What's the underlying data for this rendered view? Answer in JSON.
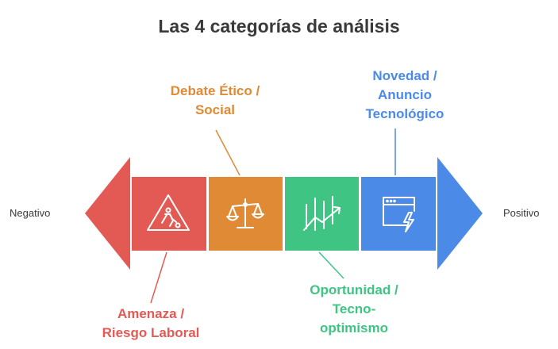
{
  "title": "Las 4 categorías de análisis",
  "ends": {
    "left": "Negativo",
    "right": "Positivo"
  },
  "colors": {
    "red": "#e35a55",
    "orange": "#e08a35",
    "green": "#3fc483",
    "blue": "#4c8ae8"
  },
  "categories": [
    {
      "line1": "Amenaza /",
      "line2": "Riesgo Laboral",
      "line3": "",
      "icon": "worker-warning-sign-icon"
    },
    {
      "line1": "Debate Ético /",
      "line2": "Social",
      "line3": "",
      "icon": "balance-scale-icon"
    },
    {
      "line1": "Oportunidad /",
      "line2": "Tecno-",
      "line3": "optimismo",
      "icon": "rising-chart-icon"
    },
    {
      "line1": "Novedad /",
      "line2": "Anuncio",
      "line3": "Tecnológico",
      "icon": "browser-lightning-icon"
    }
  ]
}
